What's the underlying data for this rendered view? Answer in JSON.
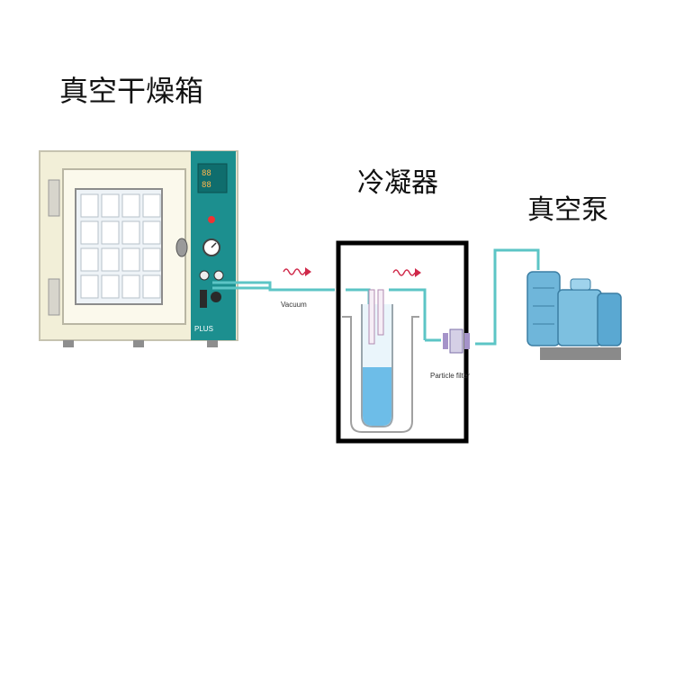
{
  "labels": {
    "oven": "真空干燥箱",
    "condenser": "冷凝器",
    "pump": "真空泵",
    "vacuum": "Vacuum",
    "filter": "Particle filter",
    "oven_brand": "PLUS"
  },
  "colors": {
    "pipe": "#5cc5c6",
    "panel": "#1c8f8f",
    "liquid": "#6dbde8",
    "arrow": "#d0294a",
    "pump_body": "#6fb6da"
  }
}
